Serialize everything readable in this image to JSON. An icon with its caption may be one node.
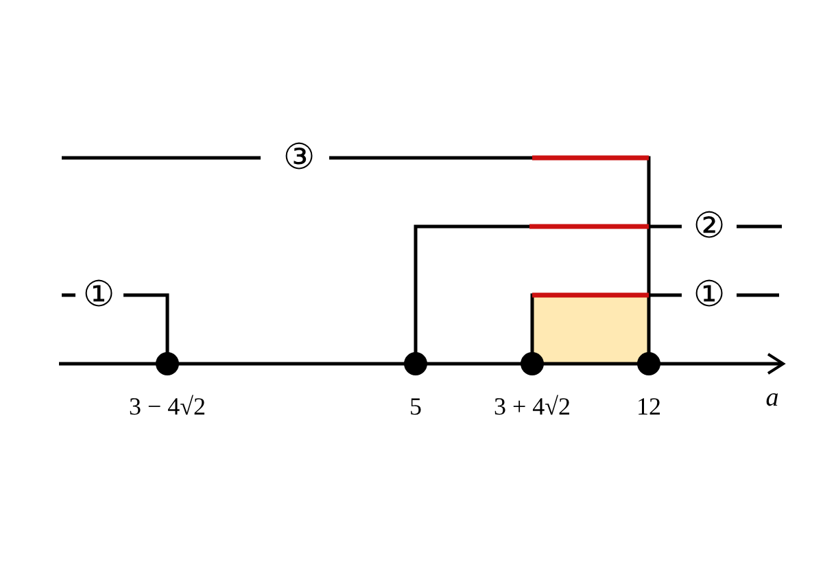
{
  "diagram": {
    "nodes": [
      {
        "text": [],
        "shape": "box"
      }
    ],
    "labels": [
      "③",
      "②",
      "①",
      "①",
      "3 − 4√2",
      "5",
      "3 + 4√2",
      "12",
      "a"
    ]
  }
}
